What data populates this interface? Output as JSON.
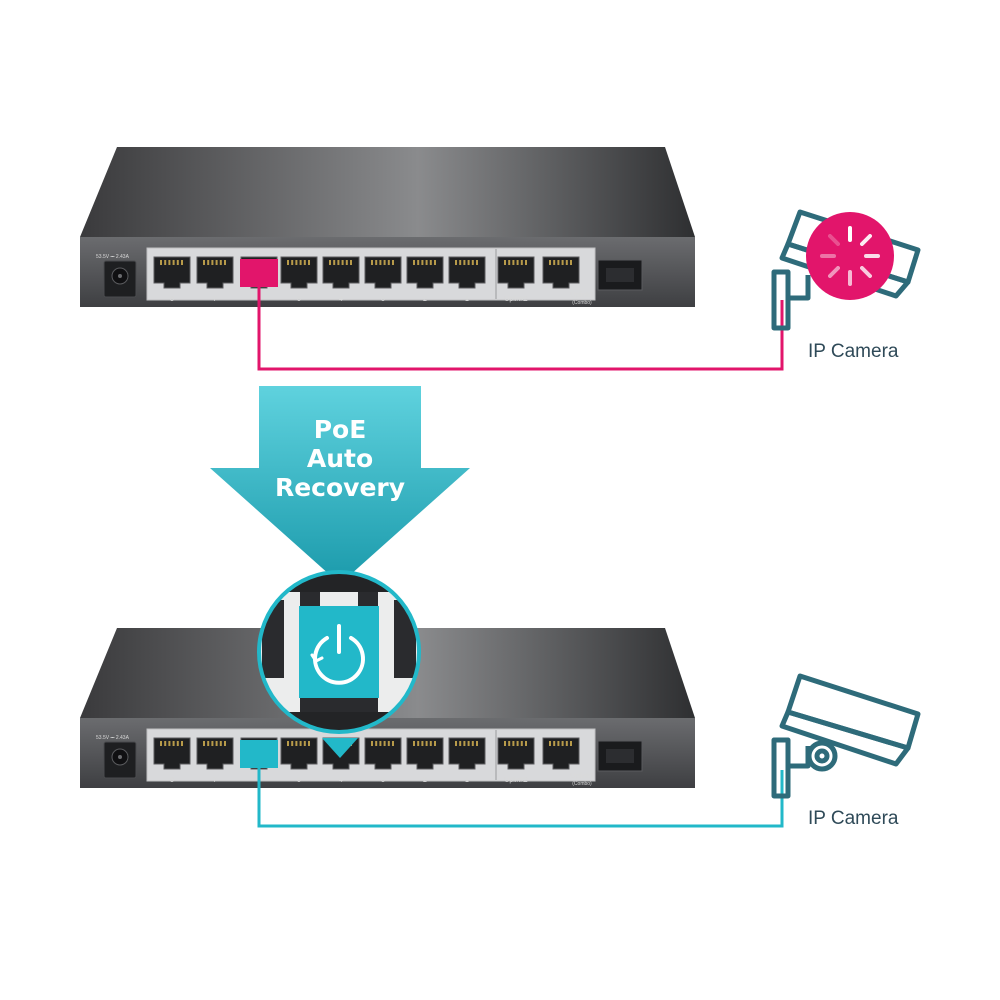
{
  "arrow": {
    "lines": [
      "PoE",
      "Auto",
      "Recovery"
    ]
  },
  "switches": [
    {
      "state": "fault",
      "power_label": "53.5V ⎓ 2.43A",
      "port_labels": [
        "8",
        "7",
        "6",
        "5",
        "4",
        "3",
        "2",
        "1",
        "Uplink2",
        "Uplink1"
      ],
      "sfp_sub_label": "(Combo)",
      "highlight_color": "#e2156b",
      "camera_label": "IP Camera",
      "camera_icon": "broken-camera-icon",
      "status_icon": "loading-spinner-icon"
    },
    {
      "state": "recovered",
      "power_label": "53.5V ⎓ 2.43A",
      "port_labels": [
        "8",
        "7",
        "6",
        "5",
        "4",
        "3",
        "2",
        "1",
        "Uplink2",
        "Uplink1"
      ],
      "sfp_sub_label": "(Combo)",
      "highlight_color": "#22b8c9",
      "camera_label": "IP Camera",
      "camera_icon": "camera-icon",
      "status_icon": "power-recovery-icon"
    }
  ],
  "colors": {
    "fault": "#e2156b",
    "recovered": "#22b8c9",
    "arrow_top": "#5fd2de",
    "arrow_bottom": "#1b9aab",
    "camera_line": "#2e6b7a"
  }
}
